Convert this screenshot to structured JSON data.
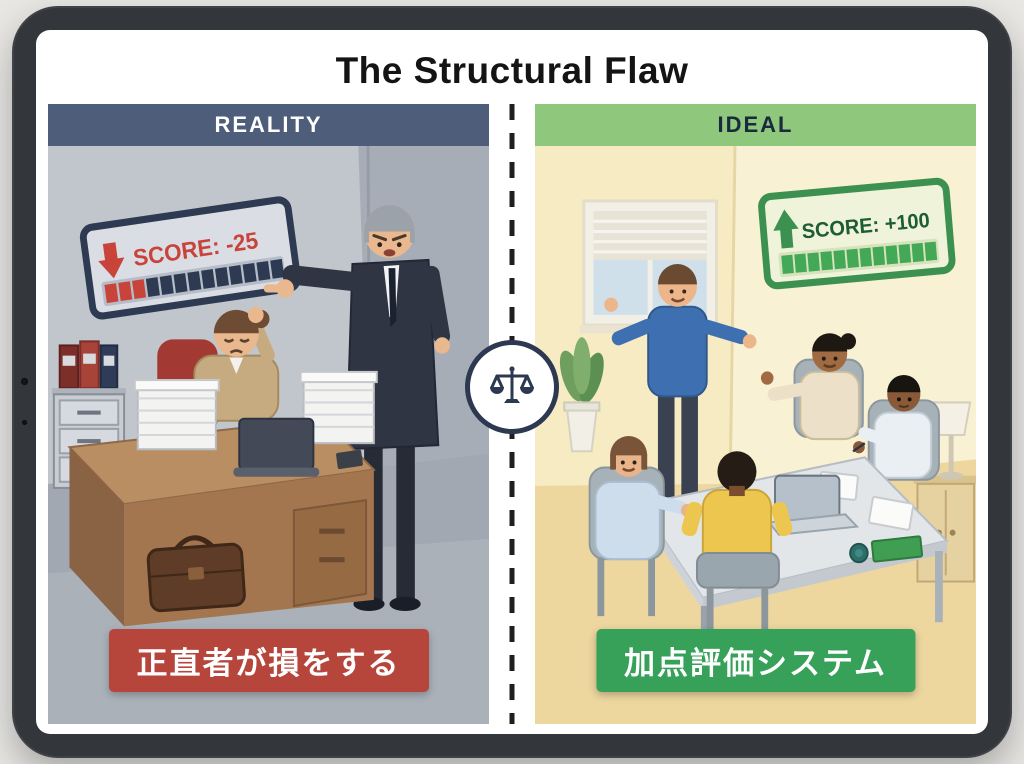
{
  "title": "The Structural Flaw",
  "panels": {
    "left": {
      "header": "REALITY",
      "score_label": "SCORE: -25",
      "caption": "正直者が損をする",
      "colors": {
        "header_bg": "#4d5d7a",
        "caption_bg": "#b6453c",
        "score_accent": "#c8443a",
        "score_frame": "#2d3a52"
      }
    },
    "right": {
      "header": "IDEAL",
      "score_label": "SCORE: +100",
      "caption": "加点評価システム",
      "colors": {
        "header_bg": "#8fc77c",
        "caption_bg": "#38a159",
        "score_accent": "#44a957",
        "score_frame": "#3c9050"
      }
    }
  },
  "icons": {
    "divider": "balance-scales-icon",
    "left_score": "down-arrow-icon",
    "right_score": "up-arrow-icon"
  }
}
